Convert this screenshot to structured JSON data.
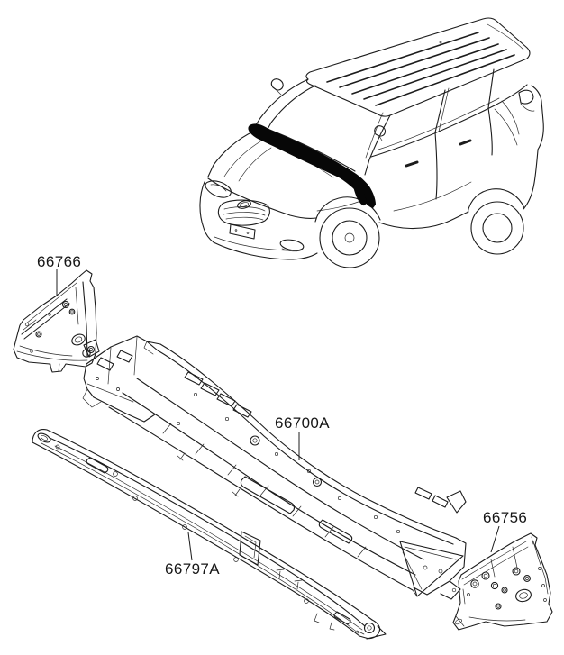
{
  "diagram": {
    "background_color": "#ffffff",
    "line_color": "#1c1c1c",
    "highlight_color": "#000000",
    "vehicle_icon": "suv-isometric-outline-cowl-area-highlighted",
    "parts": [
      {
        "label": "66766"
      },
      {
        "label": "66700A"
      },
      {
        "label": "66797A"
      },
      {
        "label": "66756"
      }
    ]
  }
}
